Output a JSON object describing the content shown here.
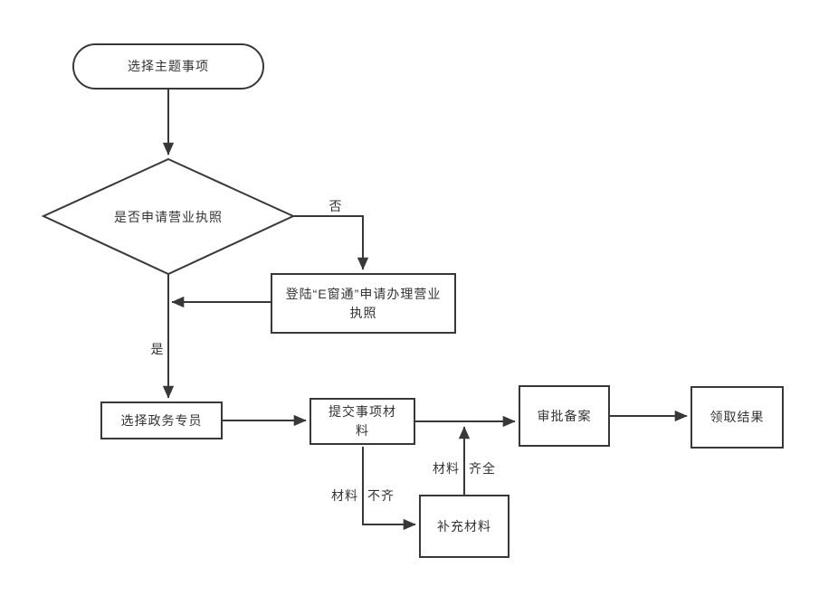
{
  "flowchart": {
    "nodes": {
      "start": {
        "label": "选择主题事项",
        "shape": "stadium"
      },
      "decision": {
        "label": "是否申请营业执照",
        "shape": "diamond"
      },
      "ewindow": {
        "label": "登陆“E窗通”申请办理营业执照",
        "shape": "rect"
      },
      "specialist": {
        "label": "选择政务专员",
        "shape": "rect"
      },
      "submit": {
        "label": "提交事项材料",
        "shape": "rect"
      },
      "approve": {
        "label": "审批备案",
        "shape": "rect"
      },
      "result": {
        "label": "领取结果",
        "shape": "rect"
      },
      "supplement": {
        "label": "补充材料",
        "shape": "rect"
      }
    },
    "edge_labels": {
      "no": "否",
      "yes": "是",
      "materials_incomplete": "材料 不齐",
      "materials_complete": "材料 齐全"
    },
    "colors": {
      "line": "#383838",
      "text": "#333333",
      "background": "#ffffff"
    }
  }
}
